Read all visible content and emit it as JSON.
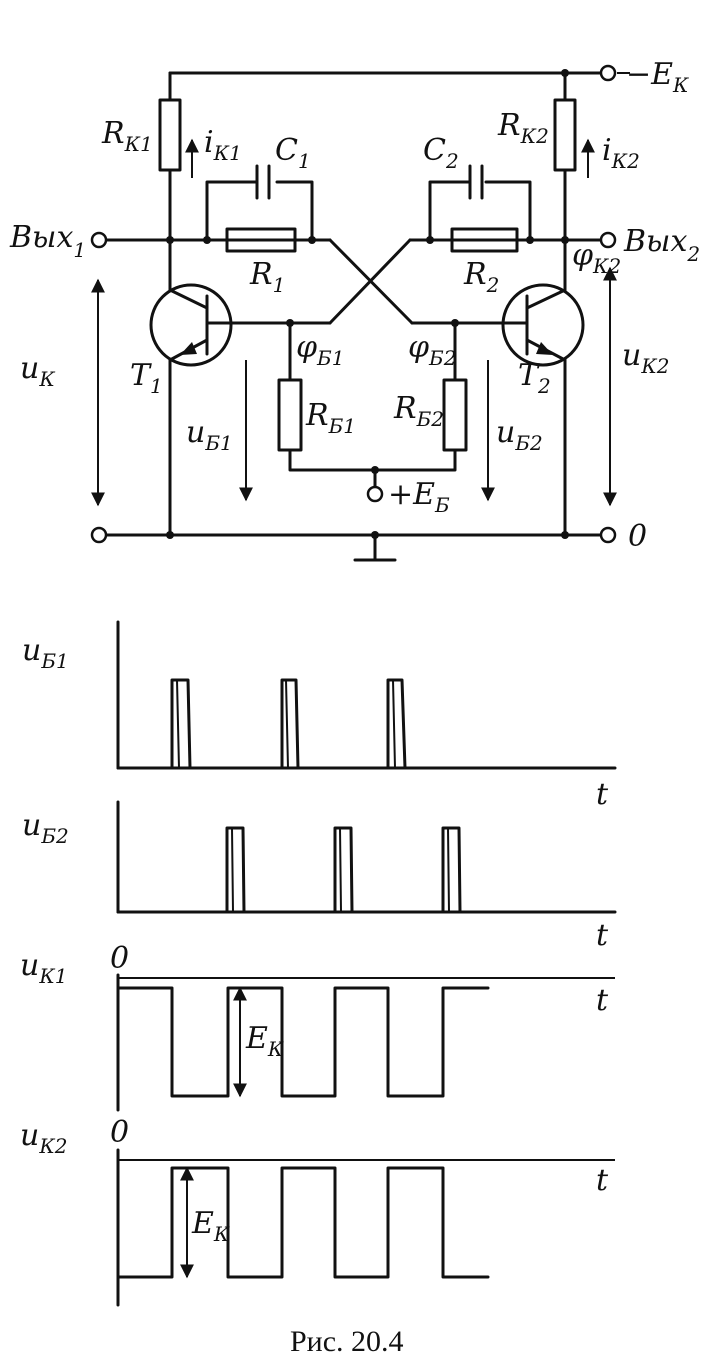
{
  "labels": {
    "E_K": "−E",
    "E_K_sub": "К",
    "R_K1": "R",
    "R_K1_sub": "К1",
    "R_K2": "R",
    "R_K2_sub": "К2",
    "i_K1": "i",
    "i_K1_sub": "К1",
    "i_K2": "i",
    "i_K2_sub": "К2",
    "C1": "C",
    "C1_sub": "1",
    "C2": "C",
    "C2_sub": "2",
    "out1": "Вых",
    "out1_sub": "1",
    "out2": "Вых",
    "out2_sub": "2",
    "R1": "R",
    "R1_sub": "1",
    "R2": "R",
    "R2_sub": "2",
    "phi_K2": "φ",
    "phi_K2_sub": "К2",
    "u_K": "u",
    "u_K_sub": "К",
    "u_K2": "u",
    "u_K2_sub": "К2",
    "T1": "T",
    "T1_sub": "1",
    "T2": "T",
    "T2_sub": "2",
    "phi_B1": "φ",
    "phi_B1_sub": "Б1",
    "phi_B2": "φ",
    "phi_B2_sub": "Б2",
    "R_B1": "R",
    "R_B1_sub": "Б1",
    "R_B2": "R",
    "R_B2_sub": "Б2",
    "u_B1": "u",
    "u_B1_sub": "Б1",
    "u_B2": "u",
    "u_B2_sub": "Б2",
    "E_B": "+E",
    "E_B_sub": "Б",
    "zero": "0"
  },
  "graphs": [
    {
      "ylabel": "u",
      "ylabel_sub": "Б1",
      "xlabel": "t",
      "zero": ""
    },
    {
      "ylabel": "u",
      "ylabel_sub": "Б2",
      "xlabel": "t",
      "zero": ""
    },
    {
      "ylabel": "u",
      "ylabel_sub": "К1",
      "xlabel": "t",
      "zero": "0",
      "amplitude": "E",
      "amplitude_sub": "К"
    },
    {
      "ylabel": "u",
      "ylabel_sub": "К2",
      "xlabel": "t",
      "zero": "0",
      "amplitude": "E",
      "amplitude_sub": "К"
    }
  ],
  "caption": "Рис. 20.4"
}
